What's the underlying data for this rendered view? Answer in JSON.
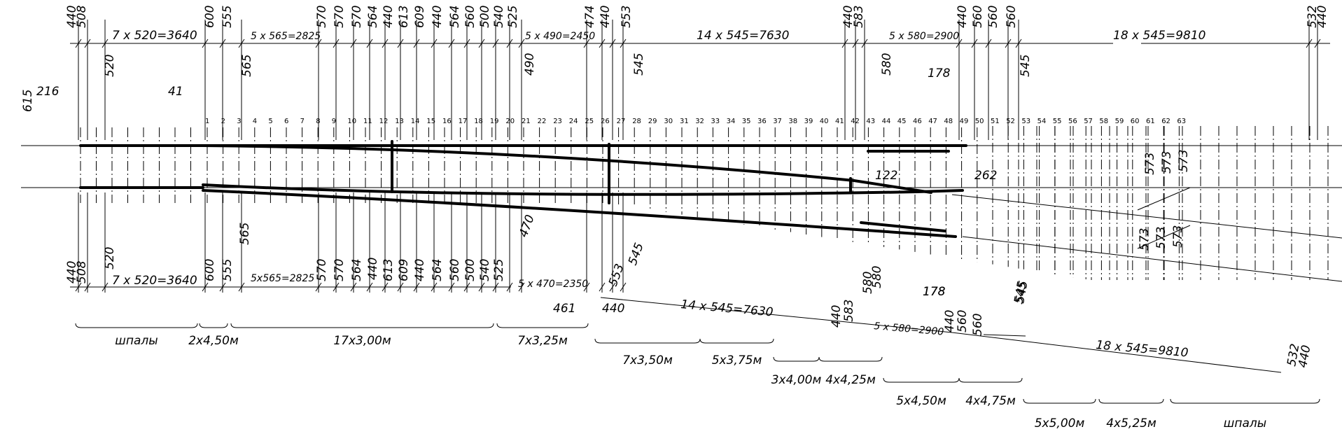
{
  "top_dims": [
    "440",
    "508",
    "7 x 520=3640",
    "600",
    "555",
    "5 x 565=2825",
    "570",
    "570",
    "570",
    "564",
    "440",
    "613",
    "609",
    "440",
    "564",
    "560",
    "500",
    "540",
    "525",
    "5 x 490=2450",
    "474",
    "440",
    "553",
    "14 x 545=7630",
    "440",
    "583",
    "5 x 580=2900",
    "440",
    "560",
    "560",
    "560",
    "18 x 545=9810",
    "532",
    "440"
  ],
  "upper_dims": [
    "615",
    "216",
    "520",
    "41",
    "565",
    "490",
    "545",
    "580",
    "178",
    "545"
  ],
  "sleeper_numbers": [
    "1",
    "2",
    "3",
    "4",
    "5",
    "6",
    "7",
    "8",
    "9",
    "10",
    "11",
    "12",
    "13",
    "14",
    "15",
    "16",
    "17",
    "18",
    "19",
    "20",
    "21",
    "22",
    "23",
    "24",
    "25",
    "26",
    "27",
    "28",
    "29",
    "30",
    "31",
    "32",
    "33",
    "34",
    "35",
    "36",
    "37",
    "38",
    "39",
    "40",
    "41",
    "42",
    "43",
    "44",
    "45",
    "46",
    "47",
    "48",
    "49",
    "50",
    "51",
    "52",
    "53",
    "54",
    "55",
    "56",
    "57",
    "58",
    "59",
    "60",
    "61",
    "62",
    "63"
  ],
  "mid_dims": [
    "122",
    "262",
    "573",
    "573",
    "573",
    "573",
    "573",
    "573"
  ],
  "lower_dims": [
    "520",
    "565",
    "470",
    "545",
    "580",
    "178",
    "545"
  ],
  "bottom_dims": [
    "440",
    "508",
    "7 x 520=3640",
    "600",
    "555",
    "5х565=2825",
    "570",
    "570",
    "564",
    "440",
    "613",
    "609",
    "440",
    "564",
    "560",
    "500",
    "540",
    "525",
    "5 x 470=2350",
    "461",
    "553",
    "440",
    "14 x 545=7630",
    "440",
    "583",
    "580",
    "178",
    "5 x 580=2900",
    "440",
    "560",
    "560",
    "545",
    "18 x 545=9810",
    "532",
    "440"
  ],
  "groups": [
    "шпалы",
    "2х4,50м",
    "17х3,00м",
    "7х3,25м",
    "7х3,50м",
    "5х3,75м",
    "3х4,00м",
    "4х4,25м",
    "5х4,50м",
    "4х4,75м",
    "5х5,00м",
    "4х5,25м",
    "шпалы"
  ]
}
